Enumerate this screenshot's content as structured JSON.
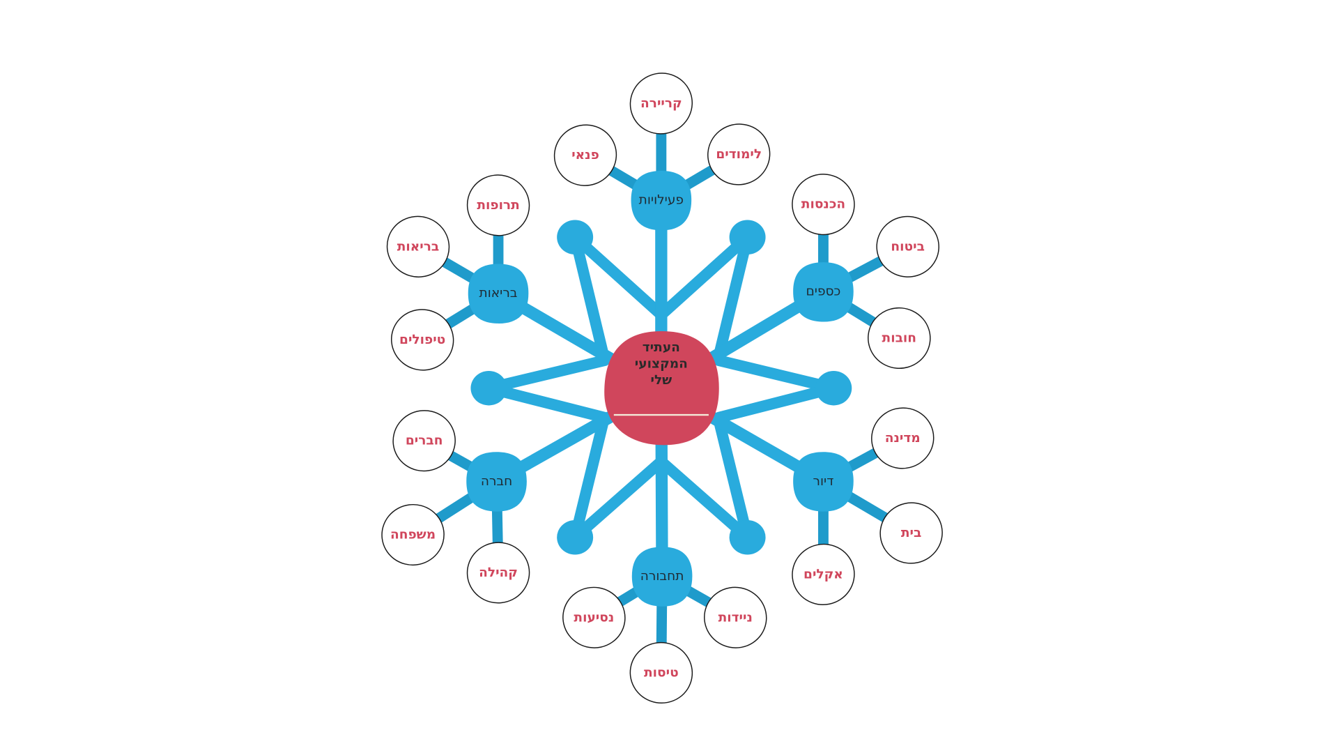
{
  "colors": {
    "branch": "#29abdd",
    "branch_dark": "#1f9bcb",
    "center": "#d0465c",
    "leaf_text": "#d0465c",
    "leaf_stroke": "#1a1a1a"
  },
  "center": {
    "lines": [
      "העתיד",
      "המקצועי",
      "שלי"
    ]
  },
  "hubs": [
    {
      "label": "פעילויות",
      "leaves": [
        "קריירה",
        "פנאי",
        "לימודים"
      ]
    },
    {
      "label": "כספים",
      "leaves": [
        "הכנסות",
        "ביטוח",
        "חובות"
      ]
    },
    {
      "label": "דיור",
      "leaves": [
        "מדינה",
        "בית",
        "אקלים"
      ]
    },
    {
      "label": "תחבורה",
      "leaves": [
        "נסיעות",
        "טיסות",
        "ניידות"
      ]
    },
    {
      "label": "חברה",
      "leaves": [
        "חברים",
        "משפחה",
        "קהילה"
      ]
    },
    {
      "label": "בריאות",
      "leaves": [
        "תרופות",
        "בריאות",
        "טיפולים"
      ]
    }
  ]
}
